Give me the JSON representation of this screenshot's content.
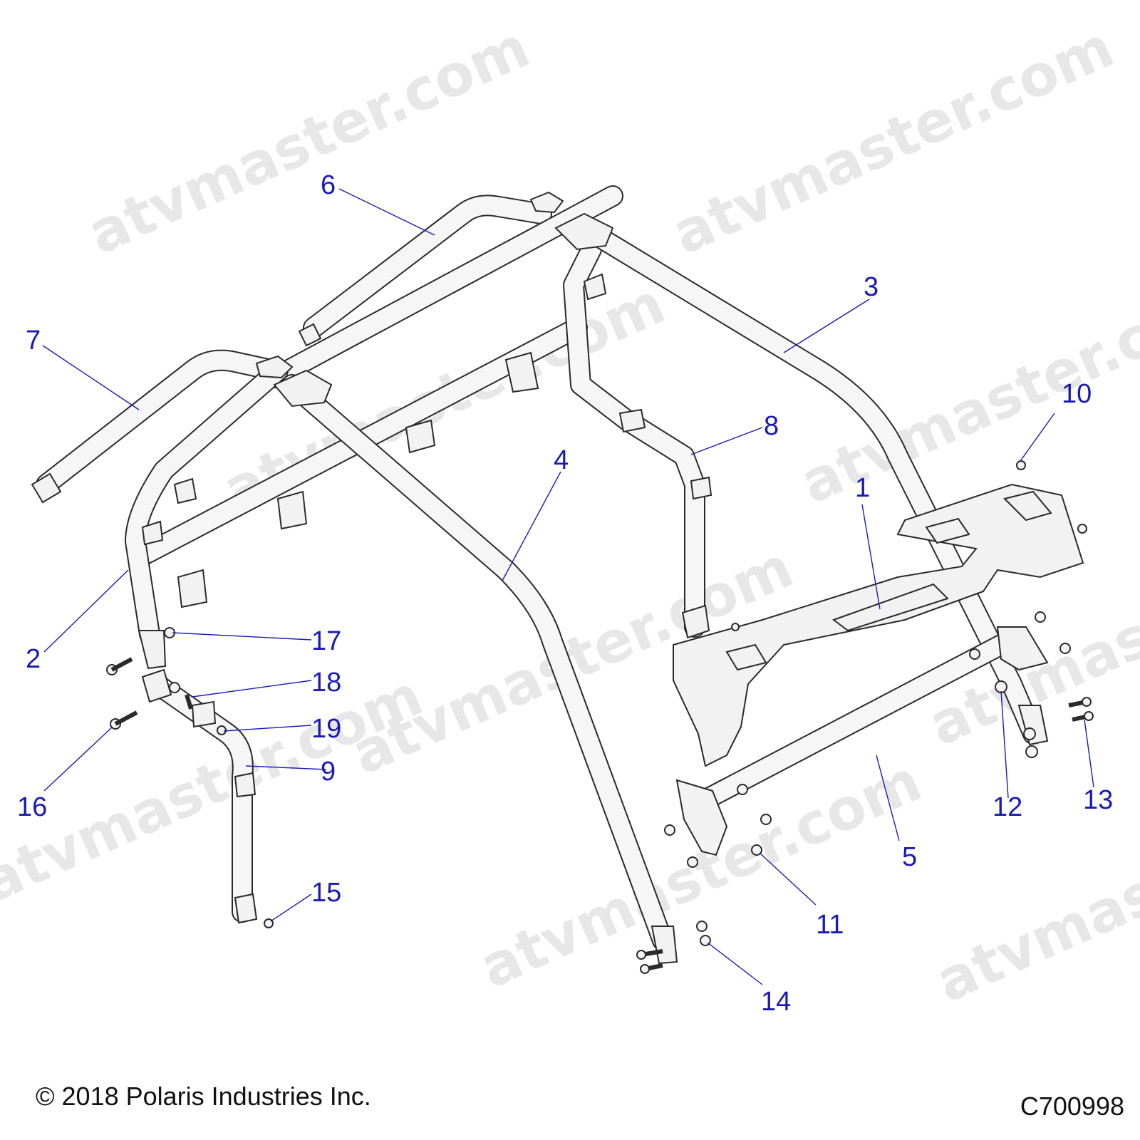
{
  "copyright": "© 2018 Polaris Industries Inc.",
  "diagram_code": "C700998",
  "watermark_text": "atvmaster.com",
  "callout_color": "#1a1ab8",
  "callouts": [
    {
      "label": "1"
    },
    {
      "label": "2"
    },
    {
      "label": "3"
    },
    {
      "label": "4"
    },
    {
      "label": "5"
    },
    {
      "label": "6"
    },
    {
      "label": "7"
    },
    {
      "label": "8"
    },
    {
      "label": "9"
    },
    {
      "label": "10"
    },
    {
      "label": "11"
    },
    {
      "label": "12"
    },
    {
      "label": "13"
    },
    {
      "label": "14"
    },
    {
      "label": "15"
    },
    {
      "label": "16"
    },
    {
      "label": "17"
    },
    {
      "label": "18"
    },
    {
      "label": "19"
    }
  ]
}
